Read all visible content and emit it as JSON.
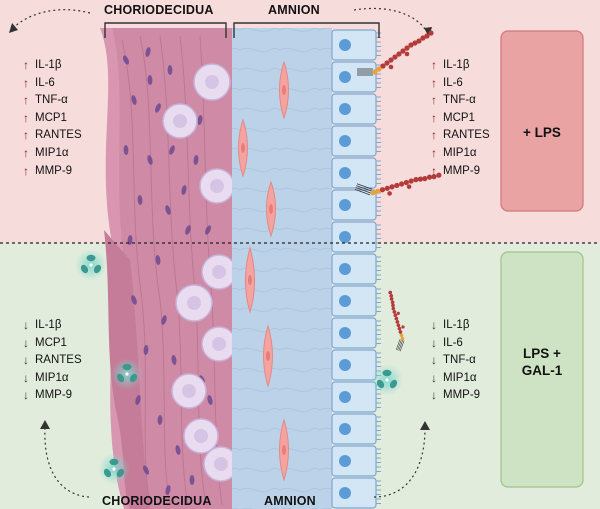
{
  "headers": {
    "choriodecidua_top": "CHORIODECIDUA",
    "amnion_top": "AMNION",
    "choriodecidua_bottom": "CHORIODECIDUA",
    "amnion_bottom": "AMNION"
  },
  "conditions": {
    "lps_label": "+ LPS",
    "gal_label_line1": "LPS +",
    "gal_label_line2": "GAL-1"
  },
  "arrow_symbols": {
    "up": "↑",
    "down": "↓"
  },
  "cytokines": {
    "top_left": [
      "IL-1β",
      "IL-6",
      "TNF-α",
      "MCP1",
      "RANTES",
      "MIP1α",
      "MMP-9"
    ],
    "top_right": [
      "IL-1β",
      "IL-6",
      "TNF-α",
      "MCP1",
      "RANTES",
      "MIP1α",
      "MMP-9"
    ],
    "bottom_left": [
      "IL-1β",
      "MCP1",
      "RANTES",
      "MIP1α",
      "MMP-9"
    ],
    "bottom_right": [
      "IL-1β",
      "IL-6",
      "TNF-α",
      "MIP1α",
      "MMP-9"
    ]
  },
  "colors": {
    "top_bg": "#f7dcdc",
    "bottom_bg": "#e2ecdc",
    "lps_box": "#eaa3a3",
    "gal_box": "#cde3c4",
    "decidua_tissue": "#cf8aa6",
    "amnion_tissue": "#bcd2e8",
    "epithelium": "#d3e6f5",
    "up_arrow": "#8c2323",
    "galectin": "#3a9a8f"
  }
}
